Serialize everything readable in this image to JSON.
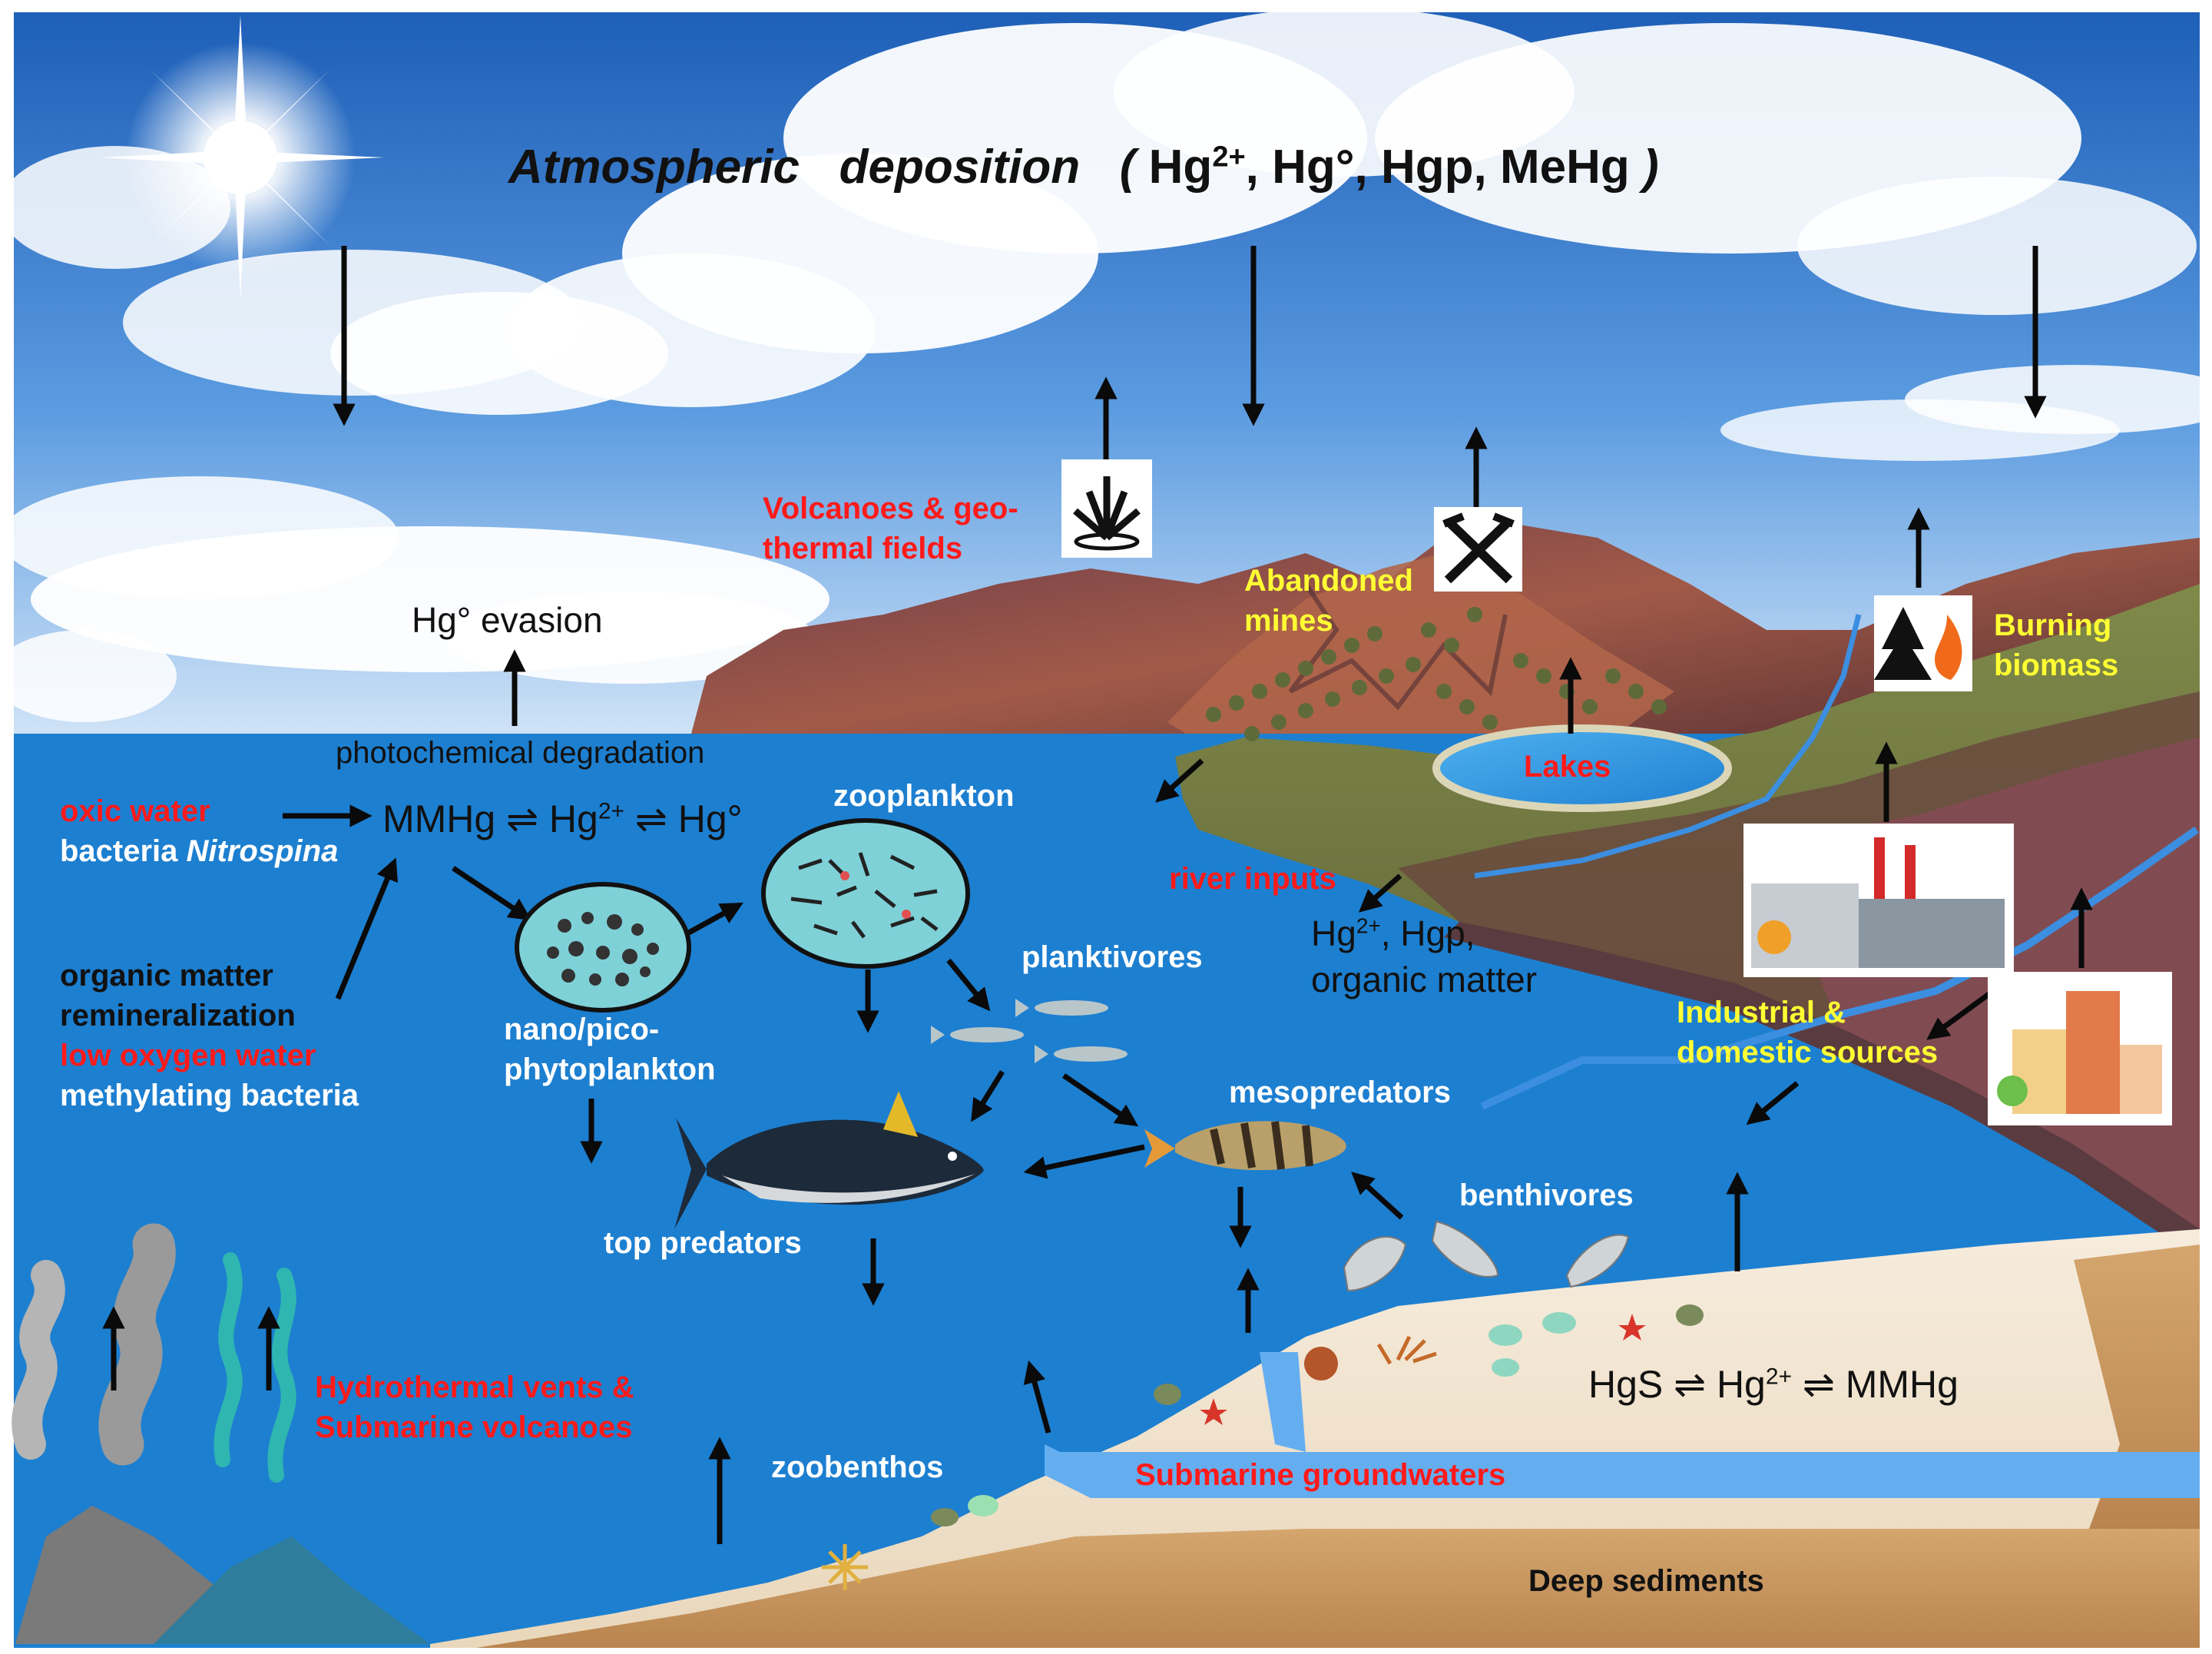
{
  "title": {
    "italic_1": "Atmospheric",
    "italic_2": "deposition",
    "open": "(",
    "species_hg": "Hg",
    "species_sup": "2+",
    "species_rest": ", Hg°, Hgp, MeHg",
    "close": ")"
  },
  "sources": {
    "volcanoes_line1": "Volcanoes & geo-",
    "volcanoes_line2": "thermal fields",
    "mines_line1": "Abandoned",
    "mines_line2": "mines",
    "biomass_line1": "Burning",
    "biomass_line2": "biomass",
    "lakes": "Lakes",
    "industrial_line1": "Industrial &",
    "industrial_line2": "domestic sources",
    "river_inputs": "river inputs",
    "river_species_hg": "Hg",
    "river_species_sup": "2+",
    "river_species_rest": ", Hgp,",
    "river_species_line2": "organic matter"
  },
  "water_column": {
    "evasion": "Hg° evasion",
    "photochem": "photochemical degradation",
    "oxic_water": "oxic water",
    "bacteria_prefix": "bacteria ",
    "bacteria_name": "Nitrospina",
    "equation_a": "MMHg ⇌ Hg",
    "equation_sup": "2+",
    "equation_b": " ⇌ Hg°",
    "remin_line1": "organic matter",
    "remin_line2": "remineralization",
    "low_oxygen": "low oxygen water",
    "methylating": "methylating bacteria"
  },
  "food_web": {
    "zooplankton": "zooplankton",
    "phyto_line1": "nano/pico-",
    "phyto_line2": "phytoplankton",
    "planktivores": "planktivores",
    "mesopredators": "mesopredators",
    "top_predators": "top predators",
    "benthivores": "benthivores",
    "zoobenthos": "zoobenthos"
  },
  "seafloor": {
    "hydrothermal_line1": "Hydrothermal vents &",
    "hydrothermal_line2": "Submarine volcanoes",
    "groundwaters": "Submarine groundwaters",
    "sediment_eq_a": "HgS ⇌ Hg",
    "sediment_eq_sup": "2+",
    "sediment_eq_b": " ⇌ MMHg",
    "deep_sediments": "Deep sediments"
  },
  "icons": [
    "sun-icon",
    "geyser-icon",
    "mine-pickaxe-icon",
    "burning-tree-icon",
    "factory-icon",
    "houses-icon",
    "fish-icon",
    "plankton-icon"
  ],
  "colors": {
    "sea": "#1d7fd0",
    "sky_top": "#1e5fb8",
    "sky_bottom": "#cfe3f7",
    "sand": "#f3e6d2",
    "deep_sediment": "#c99a63",
    "groundwater": "#64aef0",
    "label_red": "#ff1a1a",
    "label_yellow": "#ffff33"
  }
}
